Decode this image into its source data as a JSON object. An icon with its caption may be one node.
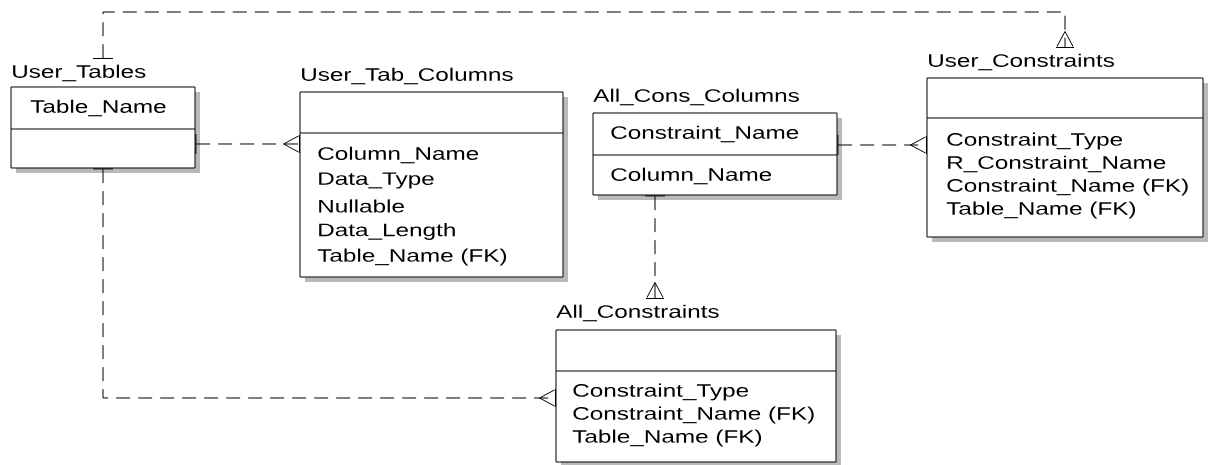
{
  "diagram": {
    "nodes": [
      {
        "text": [
          "User_Tables",
          "Table_Name"
        ]
      },
      {
        "text": [
          "User_Tab_Columns",
          "Column_Name",
          "Data_Type",
          "Nullable",
          "Data_Length",
          "Table_Name (FK)"
        ]
      },
      {
        "text": [
          "All_Cons_Columns",
          "Constraint_Name",
          "Column_Name"
        ]
      },
      {
        "text": [
          "User_Constraints",
          "Constraint_Type",
          "R_Constraint_Name",
          "Constraint_Name (FK)",
          "Table_Name (FK)"
        ]
      },
      {
        "text": [
          "All_Constraints",
          "Constraint_Type",
          "Constraint_Name (FK)",
          "Table_Name (FK)"
        ]
      }
    ],
    "edges": [
      {
        "from": 0,
        "to": 1,
        "arrow": "other",
        "style": "dashed"
      },
      {
        "from": 0,
        "to": 3,
        "arrow": "other",
        "style": "dashed"
      },
      {
        "from": 0,
        "to": 4,
        "arrow": "other",
        "style": "dashed"
      },
      {
        "from": 2,
        "to": 3,
        "arrow": "other",
        "style": "dashed"
      },
      {
        "from": 2,
        "to": 4,
        "arrow": "other",
        "style": "dashed"
      }
    ]
  }
}
